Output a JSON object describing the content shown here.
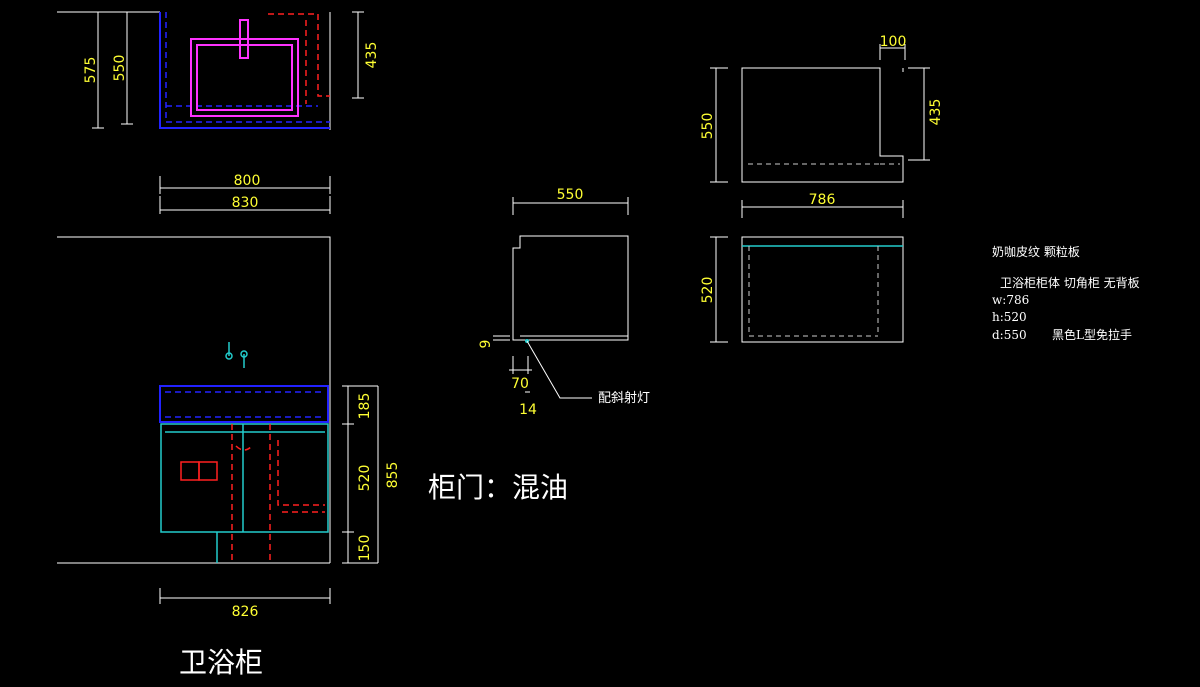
{
  "top_plan": {
    "dim_575": "575",
    "dim_550": "550",
    "dim_435": "435",
    "dim_800": "800",
    "dim_830": "830"
  },
  "front_elevation": {
    "dim_185": "185",
    "dim_520": "520",
    "dim_150": "150",
    "dim_855": "855",
    "dim_826": "826",
    "caption": "卫浴柜",
    "door_note": "柜门：混油"
  },
  "side_section": {
    "dim_550": "550",
    "dim_9": "9",
    "dim_70": "70",
    "dim_14": "14",
    "light_label": "配斜射灯"
  },
  "carcass_plan": {
    "dim_100": "100",
    "dim_550": "550",
    "dim_435": "435",
    "dim_786": "786"
  },
  "carcass_front": {
    "dim_520": "520"
  },
  "spec_notes": {
    "material": "奶咖皮纹 颗粒板",
    "type": "卫浴柜柜体 切角柜   无背板",
    "w": "w:786",
    "h": "h:520",
    "d": "d:550",
    "handle": "黑色L型免拉手"
  },
  "colors": {
    "background": "#000000",
    "dimension_text": "#ffff33",
    "outline": "#ffffff",
    "counter_blue": "#2222ff",
    "hidden_red": "#ff2020",
    "basin_magenta": "#ff33ff",
    "door_cyan": "#22cccc"
  }
}
